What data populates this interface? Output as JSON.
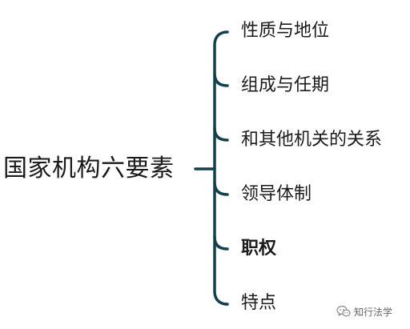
{
  "root": {
    "label": "国家机构六要素"
  },
  "branches": [
    {
      "label": "性质与地位",
      "bold": false
    },
    {
      "label": "组成与任期",
      "bold": false
    },
    {
      "label": "和其他机关的关系",
      "bold": false
    },
    {
      "label": "领导体制",
      "bold": false
    },
    {
      "label": "职权",
      "bold": true
    },
    {
      "label": "特点",
      "bold": false
    }
  ],
  "watermark": {
    "text": "知行法学",
    "icon": "wechat-icon"
  },
  "colors": {
    "connector": "#143f4c",
    "text": "#1b1b1b",
    "watermark": "#666666"
  }
}
